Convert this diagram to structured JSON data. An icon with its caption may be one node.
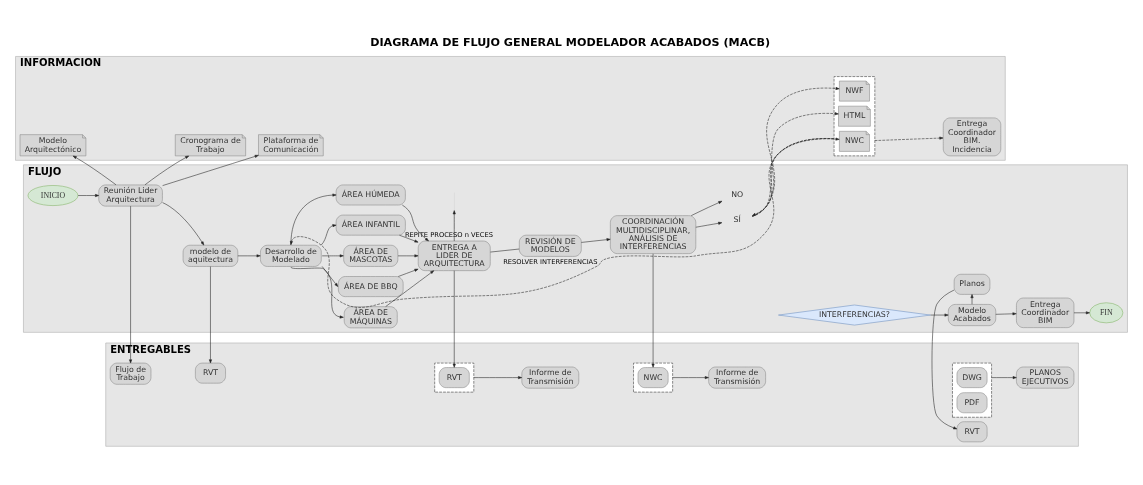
{
  "diagram": {
    "title": "DIAGRAMA DE FLUJO GENERAL MODELADOR ACABADOS (MACB)",
    "nodes": [
      {
        "text": [
          "INFORMACION"
        ]
      },
      {
        "text": [
          "Modelo Arquitectónico"
        ],
        "in": 0
      },
      {
        "text": [
          "Cronograma de Trabajo"
        ],
        "in": 0
      },
      {
        "text": [
          "Plataforma de Comunicación"
        ],
        "in": 0
      },
      {
        "text": [],
        "shape": "box",
        "in": 0
      },
      {
        "text": [
          "NWC"
        ],
        "in": 4
      },
      {
        "text": [
          "NWF"
        ],
        "in": 4
      },
      {
        "text": [
          "HTML"
        ],
        "in": 4
      },
      {
        "text": [
          "Entrega Coordinador BIM. Incidencia"
        ],
        "in": 0
      },
      {
        "text": [
          "FLUJO"
        ]
      },
      {
        "text": [
          "INICIO"
        ],
        "in": 9
      },
      {
        "text": [
          "Reunión Lider Arquitectura"
        ],
        "in": 9
      },
      {
        "text": [
          "modelo de aquitectura"
        ],
        "in": 9
      },
      {
        "text": [
          "Desarrollo de Modelado"
        ],
        "in": 9
      },
      {
        "text": [
          "ÁREA HÚMEDA"
        ],
        "in": 9
      },
      {
        "text": [
          "ÁREA INFANTIL"
        ],
        "in": 9
      },
      {
        "text": [
          "ÁREA DE MASCOTAS"
        ],
        "in": 9
      },
      {
        "text": [
          "ÁREA DE BBQ"
        ],
        "in": 9
      },
      {
        "text": [
          "ÁREA DE MÁQUINAS"
        ],
        "in": 9
      },
      {
        "text": [
          "ENTREGA A LIDER DE ARQUITECTURA"
        ],
        "in": 9
      },
      {
        "text": [
          "REVISIÓN DE MODELOS"
        ],
        "in": 9
      },
      {
        "text": [
          "COORDINACIÓN MULTIDISCIPLINAR, ANÁLISIS DE INTERFERENCIAS"
        ],
        "in": 9
      },
      {
        "text": [
          "SÍ"
        ],
        "in": 9
      },
      {
        "text": [
          "NO"
        ],
        "in": 9
      },
      {
        "text": [
          "INTERFERENCIAS?"
        ],
        "in": 9
      },
      {
        "text": [
          "Modelo Acabados"
        ],
        "in": 9
      },
      {
        "text": [
          "Entrega Coordinador BIM"
        ],
        "in": 9
      },
      {
        "text": [
          "FIN"
        ],
        "in": 9
      },
      {
        "text": [
          "Planos"
        ],
        "in": 9
      },
      {
        "text": [
          "ENTREGABLES"
        ]
      },
      {
        "text": [
          "Flujo de Trabajo"
        ],
        "in": 29
      },
      {
        "text": [
          "RVT"
        ],
        "in": 29
      },
      {
        "text": [],
        "shape": "box",
        "in": 29
      },
      {
        "text": [
          "RVT"
        ],
        "in": 32
      },
      {
        "text": [],
        "shape": "box",
        "in": 29
      },
      {
        "text": [
          "NWC"
        ],
        "in": 34
      },
      {
        "text": [
          "Informe de Transmisión"
        ],
        "in": 29
      },
      {
        "text": [
          "Informe de Transmisión"
        ],
        "in": 29
      },
      {
        "text": [
          "RVT"
        ],
        "in": 29
      },
      {
        "text": [],
        "shape": "box",
        "in": 29
      },
      {
        "text": [
          "DWG"
        ],
        "in": 39
      },
      {
        "text": [
          "PDF"
        ],
        "in": 39
      },
      {
        "text": [
          "PLANOS EJECUTIVOS"
        ],
        "in": 29
      }
    ],
    "edges": [
      {
        "from": 11,
        "to": 1,
        "arrow": "to"
      },
      {
        "from": 11,
        "to": 2,
        "arrow": "to"
      },
      {
        "from": 11,
        "to": 3,
        "arrow": "to"
      },
      {
        "from": 22,
        "to": 5,
        "arrow": "to",
        "style": "dashed"
      },
      {
        "from": 22,
        "to": 6,
        "arrow": "to",
        "style": "dashed"
      },
      {
        "from": 22,
        "to": 7,
        "arrow": "to",
        "style": "dashed"
      },
      {
        "from": 4,
        "to": 8,
        "arrow": "to",
        "style": "dashed"
      },
      {
        "from": 4,
        "to": 13,
        "arrow": "to",
        "style": "dashed",
        "label": "RESOLVER INTERFERENCIAS"
      },
      {
        "from": 4,
        "to": 22,
        "arrow": "to",
        "style": "dashed"
      },
      {
        "from": 10,
        "to": 11,
        "arrow": "to"
      },
      {
        "from": 11,
        "to": 12,
        "arrow": "to"
      },
      {
        "from": 12,
        "to": 13,
        "arrow": "to"
      },
      {
        "from": 13,
        "to": 14,
        "arrow": "to"
      },
      {
        "from": 13,
        "to": 15,
        "arrow": "to"
      },
      {
        "from": 13,
        "to": 16,
        "arrow": "to"
      },
      {
        "from": 13,
        "to": 17,
        "arrow": "to"
      },
      {
        "from": 13,
        "to": 18,
        "arrow": "to"
      },
      {
        "from": 14,
        "to": 19,
        "arrow": "to"
      },
      {
        "from": 15,
        "to": 19,
        "arrow": "to"
      },
      {
        "from": 16,
        "to": 19,
        "arrow": "to"
      },
      {
        "from": 17,
        "to": 19,
        "arrow": "to"
      },
      {
        "from": 18,
        "to": 19,
        "arrow": "to"
      },
      {
        "from": 19,
        "to": null,
        "arrow": "to",
        "label": "REPITE PROCESO n VECES"
      },
      {
        "from": 19,
        "to": 20,
        "arrow": "none"
      },
      {
        "from": 20,
        "to": 21,
        "arrow": "to"
      },
      {
        "from": 21,
        "to": 22,
        "arrow": "to"
      },
      {
        "from": 21,
        "to": 23,
        "arrow": "to"
      },
      {
        "from": 24,
        "to": 25,
        "arrow": "to"
      },
      {
        "from": 25,
        "to": 26,
        "arrow": "to"
      },
      {
        "from": 26,
        "to": 27,
        "arrow": "to"
      },
      {
        "from": 25,
        "to": 28,
        "arrow": "to"
      },
      {
        "from": 11,
        "to": 30,
        "arrow": "to"
      },
      {
        "from": 12,
        "to": 31,
        "arrow": "to"
      },
      {
        "from": 19,
        "to": 33,
        "arrow": "to"
      },
      {
        "from": 21,
        "to": 35,
        "arrow": "to"
      },
      {
        "from": 32,
        "to": 36,
        "arrow": "to"
      },
      {
        "from": 34,
        "to": 37,
        "arrow": "to"
      },
      {
        "from": 28,
        "to": 38,
        "arrow": "to"
      },
      {
        "from": 39,
        "to": 42,
        "arrow": "to"
      }
    ]
  }
}
